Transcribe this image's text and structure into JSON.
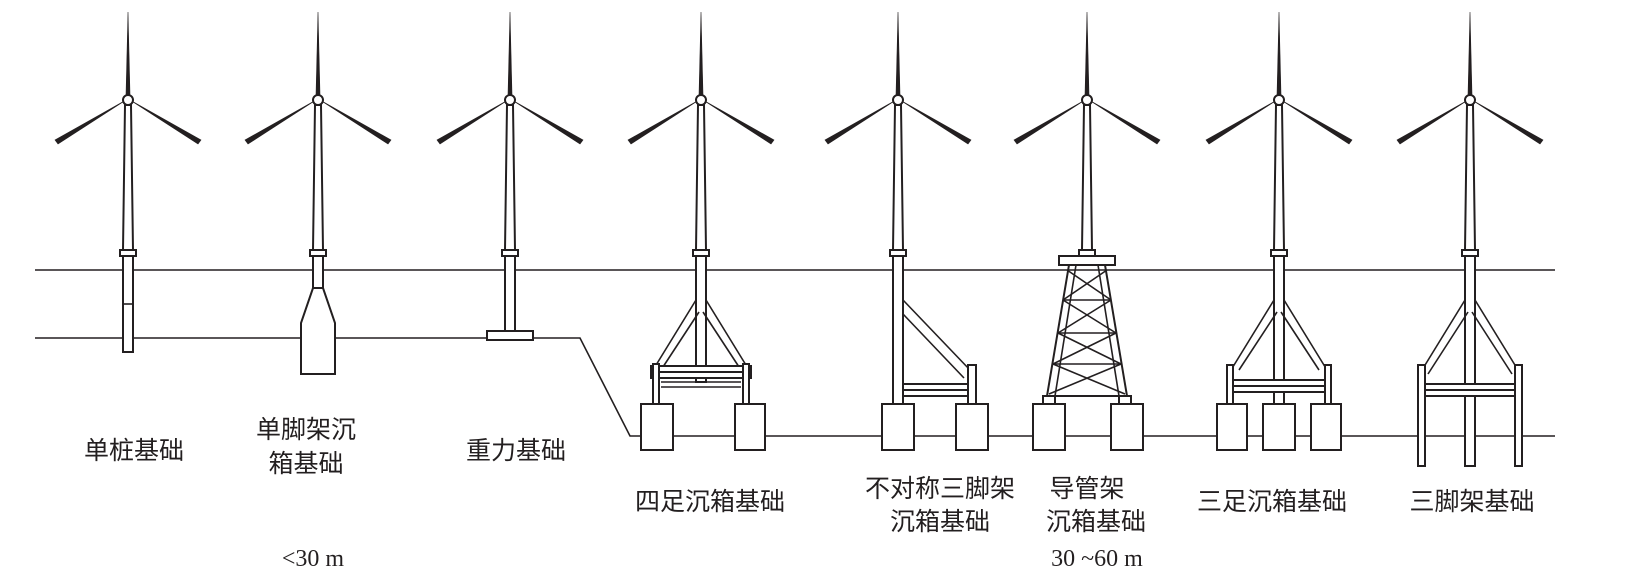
{
  "foundations": [
    {
      "id": "monopile",
      "label_lines": [
        "单桩基础"
      ]
    },
    {
      "id": "single-leg-caisson",
      "label_lines": [
        "单脚架沉",
        "箱基础"
      ]
    },
    {
      "id": "gravity",
      "label_lines": [
        "重力基础"
      ]
    },
    {
      "id": "four-leg-caisson",
      "label_lines": [
        "四足沉箱基础"
      ]
    },
    {
      "id": "asymmetric-tripod-caisson",
      "label_lines": [
        "不对称三脚架",
        "沉箱基础"
      ]
    },
    {
      "id": "jacket-caisson",
      "label_lines": [
        "导管架",
        "沉箱基础"
      ]
    },
    {
      "id": "three-leg-caisson",
      "label_lines": [
        "三足沉箱基础"
      ]
    },
    {
      "id": "tripod",
      "label_lines": [
        "三脚架基础"
      ]
    }
  ],
  "depth_ranges": {
    "shallow": "<30 m",
    "medium": "30 ~60 m"
  }
}
